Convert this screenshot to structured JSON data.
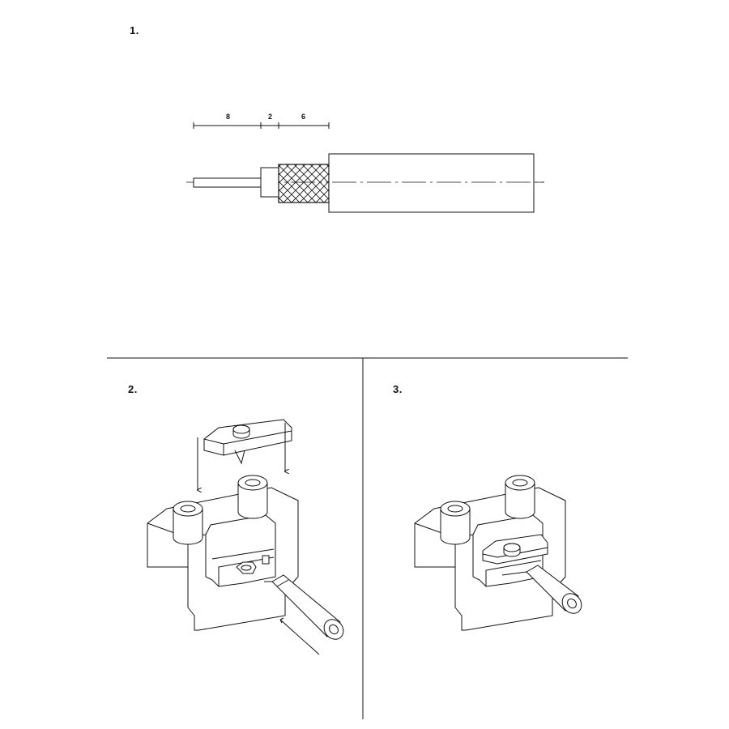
{
  "steps": [
    {
      "number": "1."
    },
    {
      "number": "2."
    },
    {
      "number": "3."
    }
  ],
  "dimensions": [
    "8",
    "2",
    "6"
  ],
  "icons": {
    "cable": "coax-cable-stripped-icon",
    "crimp_tool": "crimp-tool-icon",
    "arrow": "arrow-down-icon"
  }
}
